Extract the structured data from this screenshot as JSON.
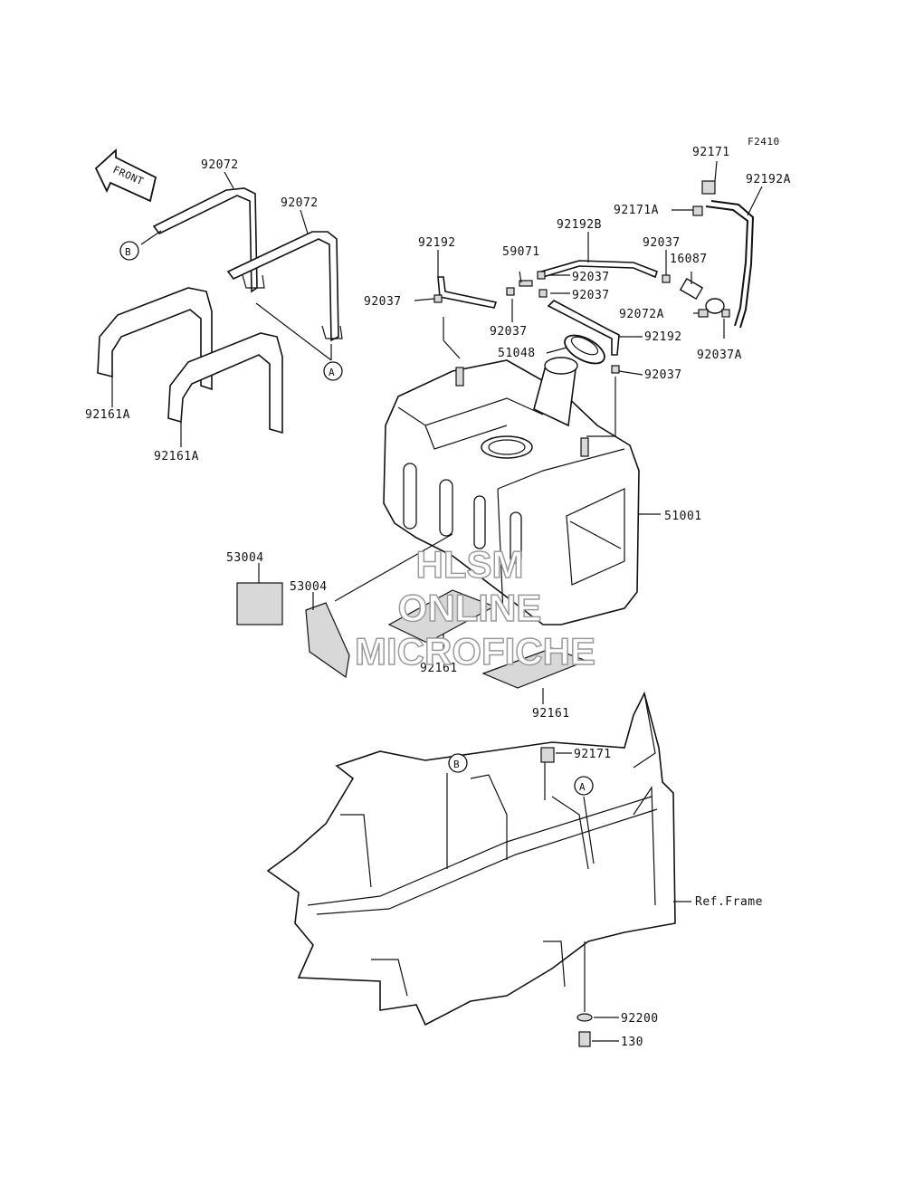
{
  "figure_code": "F2410",
  "front_label": "FRONT",
  "callouts": {
    "b_top": "B",
    "a_top": "A",
    "b_frame": "B",
    "a_frame": "A"
  },
  "labels": {
    "p92072_1": "92072",
    "p92072_2": "92072",
    "p92161A_1": "92161A",
    "p92161A_2": "92161A",
    "p92192": "92192",
    "p92037_left": "92037",
    "p59071": "59071",
    "p92037_a": "92037",
    "p92037_b": "92037",
    "p92037_c": "92037",
    "p92192B": "92192B",
    "p92171_top": "92171",
    "p92192A": "92192A",
    "p92171A": "92171A",
    "p92037_d": "92037",
    "p16087": "16087",
    "p92072A": "92072A",
    "p92037A": "92037A",
    "p51048": "51048",
    "p92192_r": "92192",
    "p92037_e": "92037",
    "p51001": "51001",
    "p53004_1": "53004",
    "p53004_2": "53004",
    "p92161_1": "92161",
    "p92161_2": "92161",
    "p92171_frame": "92171",
    "ref_frame": "Ref.Frame",
    "p92200": "92200",
    "p130": "130"
  },
  "watermark": [
    "HLSM",
    "ONLINE",
    "MICROFICHE"
  ]
}
